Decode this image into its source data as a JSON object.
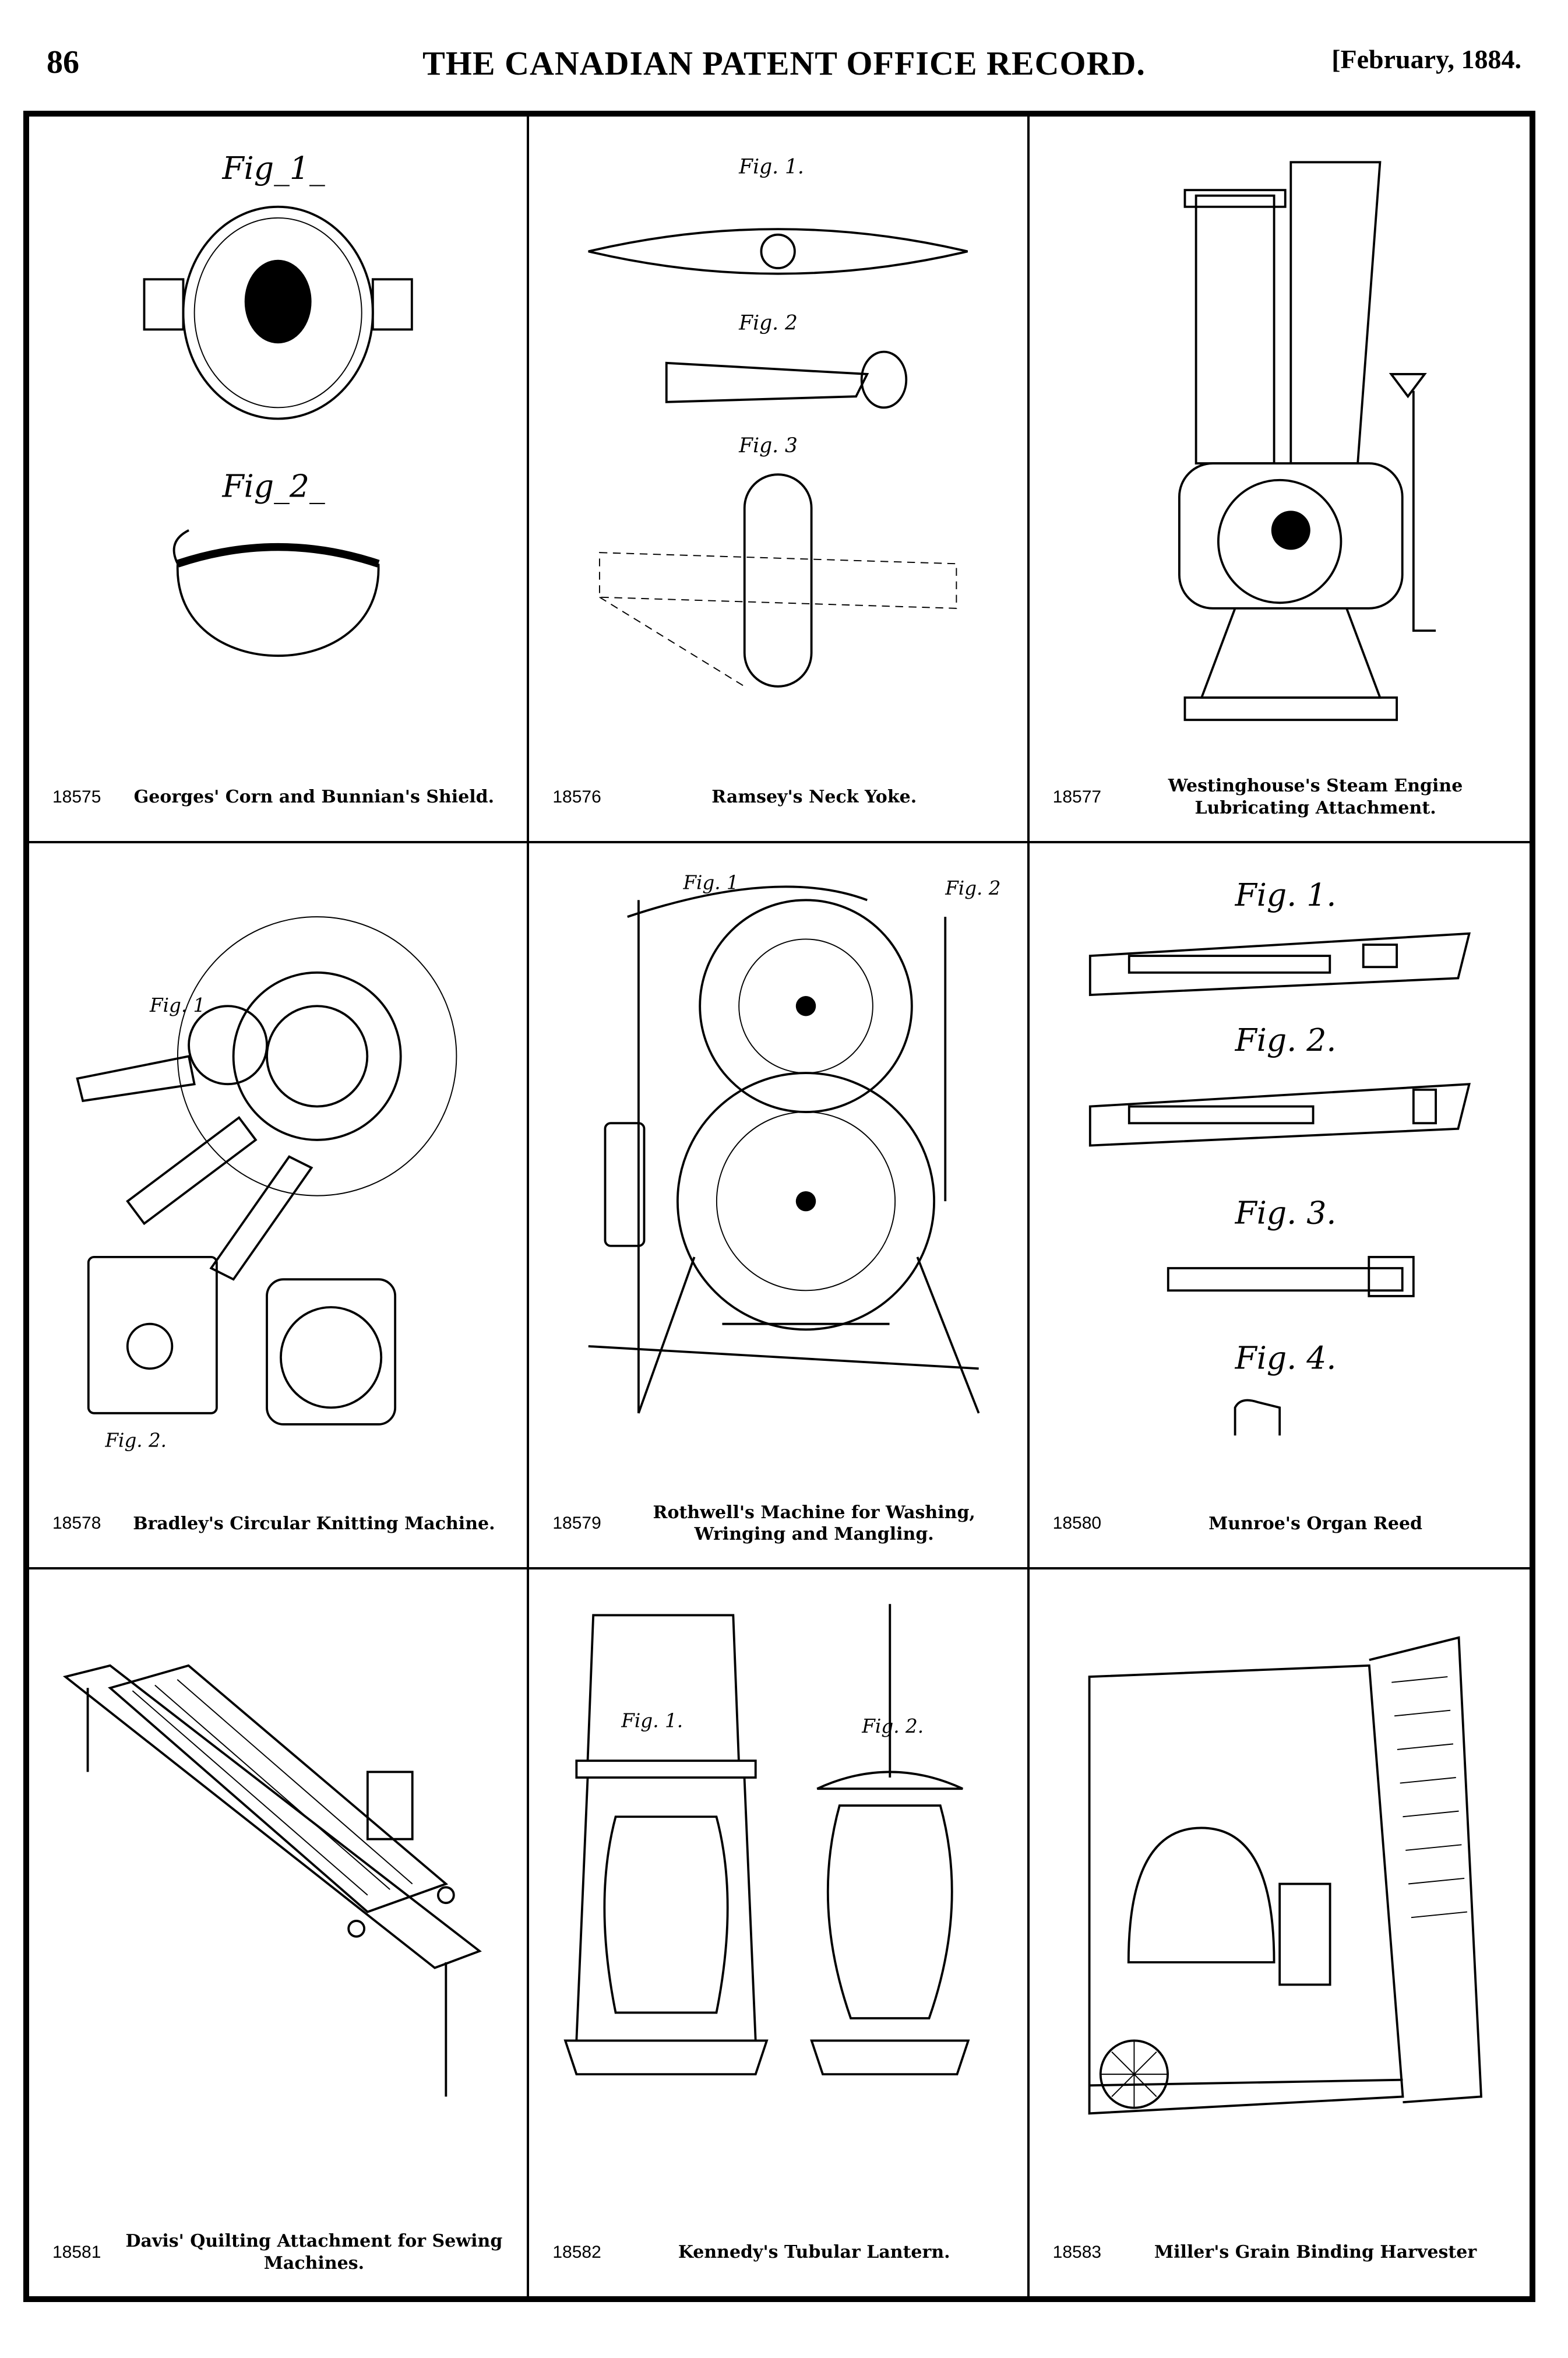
{
  "header": {
    "page_number": "86",
    "journal_title": "THE CANADIAN PATENT OFFICE RECORD.",
    "date": "[February, 1884."
  },
  "patents": [
    {
      "number": "18575",
      "title": "Georges' Corn and Bunnian's Shield.",
      "figure_labels": [
        "Fig_1_",
        "Fig_2_"
      ]
    },
    {
      "number": "18576",
      "title": "Ramsey's Neck Yoke.",
      "figure_labels": [
        "Fig. 1.",
        "Fig. 2",
        "Fig. 3"
      ]
    },
    {
      "number": "18577",
      "title": "Westinghouse's Steam Engine Lubricating Attachment.",
      "figure_labels": []
    },
    {
      "number": "18578",
      "title": "Bradley's Circular Knitting Machine.",
      "figure_labels": [
        "Fig. 1",
        "Fig. 2."
      ]
    },
    {
      "number": "18579",
      "title": "Rothwell's Machine for Washing, Wringing and Mangling.",
      "figure_labels": [
        "Fig. 1",
        "Fig. 2"
      ]
    },
    {
      "number": "18580",
      "title": "Munroe's Organ Reed",
      "figure_labels": [
        "Fig. 1.",
        "Fig. 2.",
        "Fig. 3.",
        "Fig. 4."
      ]
    },
    {
      "number": "18581",
      "title": "Davis' Quilting Attachment for Sewing Machines.",
      "figure_labels": []
    },
    {
      "number": "18582",
      "title": "Kennedy's Tubular Lantern.",
      "figure_labels": [
        "Fig. 1.",
        "Fig. 2."
      ]
    },
    {
      "number": "18583",
      "title": "Miller's Grain Binding Harvester",
      "figure_labels": []
    }
  ]
}
